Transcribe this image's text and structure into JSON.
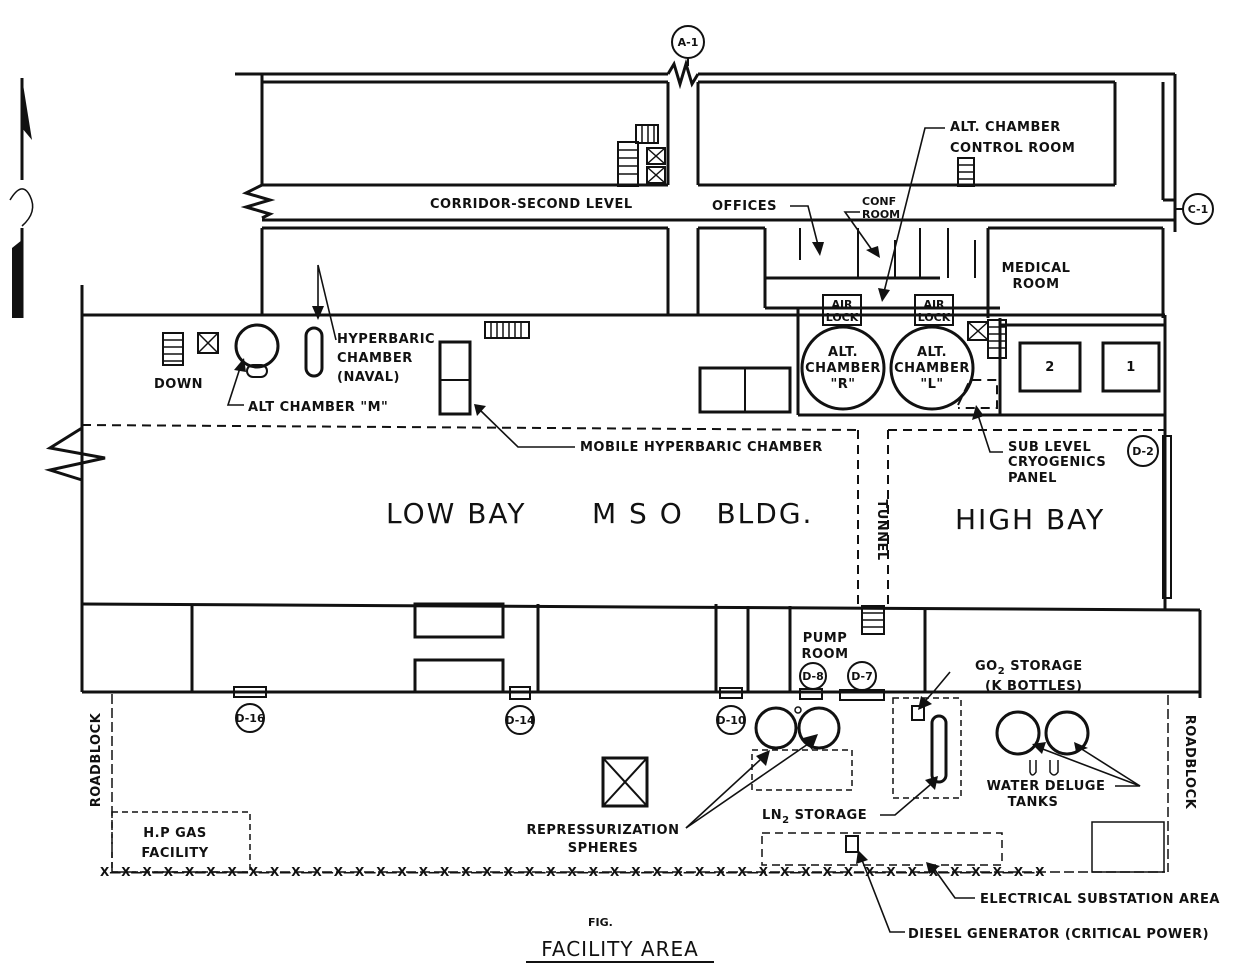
{
  "labels": {
    "corridor": "CORRIDOR-SECOND LEVEL",
    "offices": "OFFICES",
    "conf_room": [
      "CONF",
      "ROOM"
    ],
    "alt_chamber_control_room": [
      "ALT. CHAMBER",
      "CONTROL ROOM"
    ],
    "medical_room": [
      "MEDICAL",
      "ROOM"
    ],
    "air_lock": [
      "AIR",
      "LOCK"
    ],
    "alt_chamber_r": [
      "ALT.",
      "CHAMBER",
      "\"R\""
    ],
    "alt_chamber_l": [
      "ALT.",
      "CHAMBER",
      "\"L\""
    ],
    "pad_2": "2",
    "pad_1": "1",
    "down": "DOWN",
    "hyperbaric_chamber": [
      "HYPERBARIC",
      "CHAMBER",
      "(NAVAL)"
    ],
    "alt_chamber_m": "ALT CHAMBER \"M\"",
    "mobile_hyperbaric_chamber": "MOBILE HYPERBARIC CHAMBER",
    "sub_level_cryogenics_panel": [
      "SUB LEVEL",
      "CRYOGENICS",
      "PANEL"
    ],
    "low_bay": "LOW BAY",
    "mso_bldg": "M S O   BLDG.",
    "high_bay": "HIGH BAY",
    "tunnel": "TUNNEL",
    "pump_room": [
      "PUMP",
      "ROOM"
    ],
    "go2_storage": [
      "GO",
      "2",
      " STORAGE"
    ],
    "k_bottles": "(K BOTTLES)",
    "water_deluge_tanks": [
      "WATER DELUGE",
      "TANKS"
    ],
    "roadblock": "ROADBLOCK",
    "hp_gas_facility": [
      "H.P GAS",
      "FACILITY"
    ],
    "repressurization_spheres": [
      "REPRESSURIZATION",
      "SPHERES"
    ],
    "ln2_storage": [
      "LN",
      "2",
      " STORAGE"
    ],
    "electrical_substation_area": "ELECTRICAL SUBSTATION AREA",
    "diesel_generator": "DIESEL GENERATOR (CRITICAL POWER)",
    "fig": "FIG.",
    "title": "FACILITY AREA"
  },
  "markers": {
    "a1": "A-1",
    "c1": "C-1",
    "d2": "D-2",
    "d7": "D-7",
    "d8": "D-8",
    "d10": "D-10",
    "d14": "D-14",
    "d16": "D-16"
  },
  "icons": [
    "north-arrow-icon",
    "stair-icon",
    "elevator-icon",
    "fence-icon",
    "chamber-icon"
  ]
}
